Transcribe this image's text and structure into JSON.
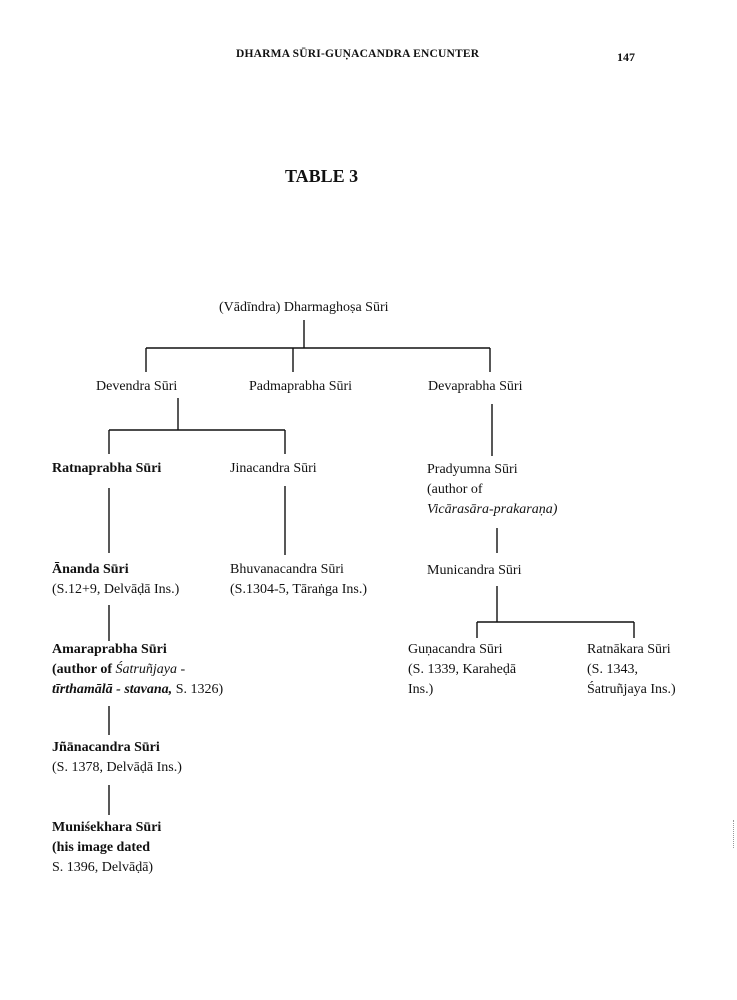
{
  "header": {
    "running_title": "DHARMA SŪRI-GUṆACANDRA ENCUNTER",
    "page_number": "147"
  },
  "table_title": "TABLE 3",
  "nodes": {
    "root": {
      "line1": "(Vādīndra) Dharmaghoṣa Sūri"
    },
    "devendra": {
      "line1": "Devendra Sūri"
    },
    "padmaprabha": {
      "line1": "Padmaprabha Sūri"
    },
    "devaprabha": {
      "line1": "Devaprabha Sūri"
    },
    "ratnaprabha": {
      "line1": "Ratnaprabha Sūri"
    },
    "jinacandra": {
      "line1": "Jinacandra Sūri"
    },
    "pradyumna": {
      "line1": "Pradyumna Sūri",
      "line2": "(author of",
      "line3": "Vicārasāra-prakaraṇa)"
    },
    "ananda": {
      "line1": "Ānanda Sūri",
      "line2": "(S.12+9, Delvāḍā Ins.)"
    },
    "bhuvanacandra": {
      "line1": "Bhuvanacandra Sūri",
      "line2": "(S.1304-5, Tāraṅga Ins.)"
    },
    "municandra": {
      "line1": "Municandra Sūri"
    },
    "amaraprabha": {
      "line1": "Amaraprabha Sūri",
      "line2a": "(author of ",
      "line2b": "Śatruñjaya -",
      "line3a": "tīrthamālā - stavana,",
      "line3b": " S. 1326)"
    },
    "gunacandra": {
      "line1": "Guṇacandra Sūri",
      "line2": "(S. 1339, Karaheḍā",
      "line3": "Ins.)"
    },
    "ratnakara": {
      "line1": "Ratnākara Sūri",
      "line2": "(S. 1343,",
      "line3": "Śatruñjaya Ins.)"
    },
    "jnanacandra": {
      "line1": "Jñānacandra Sūri",
      "line2": "(S. 1378, Delvāḍā Ins.)"
    },
    "munisekhara": {
      "line1": "Muniśekhara Sūri",
      "line2": "(his image dated",
      "line3": "S. 1396, Delvāḍā)"
    }
  }
}
